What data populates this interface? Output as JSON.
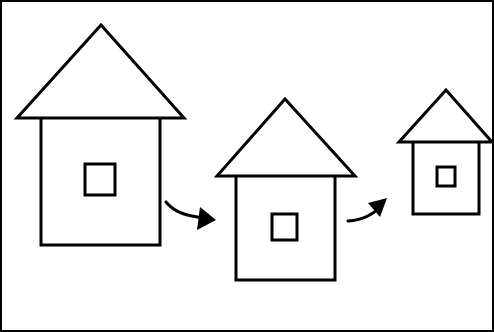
{
  "diagram": {
    "houses": [
      {
        "name": "large-house",
        "icon": "house-icon"
      },
      {
        "name": "medium-house",
        "icon": "house-icon"
      },
      {
        "name": "small-house",
        "icon": "house-icon"
      }
    ],
    "arrows": [
      {
        "name": "arrow-large-to-medium",
        "icon": "curved-arrow-icon"
      },
      {
        "name": "arrow-medium-to-small",
        "icon": "curved-arrow-icon"
      }
    ],
    "colors": {
      "stroke": "#000000",
      "fill": "#ffffff",
      "background": "#ffffff"
    }
  }
}
